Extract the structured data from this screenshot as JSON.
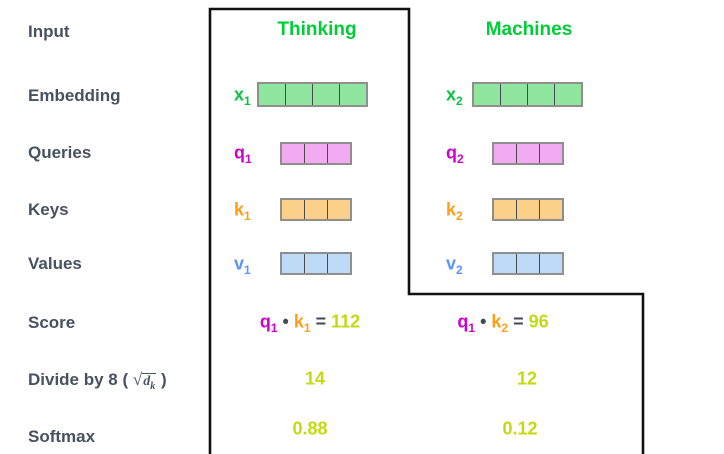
{
  "left_labels": [
    {
      "id": "input",
      "text": "Input"
    },
    {
      "id": "embedding",
      "text": "Embedding"
    },
    {
      "id": "queries",
      "text": "Queries"
    },
    {
      "id": "keys",
      "text": "Keys"
    },
    {
      "id": "values",
      "text": "Values"
    },
    {
      "id": "score",
      "text": "Score"
    },
    {
      "id": "divide",
      "text_prefix": "Divide by 8 (",
      "sqrt_symbol": "√",
      "sqrt_base": "d",
      "sqrt_subscript": "k",
      "text_suffix": ")"
    },
    {
      "id": "softmax",
      "text": "Softmax"
    }
  ],
  "columns": [
    {
      "header": "Thinking",
      "embedding": {
        "label": "x",
        "sub": "1",
        "cells": 4
      },
      "query": {
        "label": "q",
        "sub": "1",
        "cells": 3
      },
      "key": {
        "label": "k",
        "sub": "1",
        "cells": 3
      },
      "value": {
        "label": "v",
        "sub": "1",
        "cells": 3
      },
      "score": {
        "q": "q",
        "q_sub": "1",
        "dot": "•",
        "k": "k",
        "k_sub": "1",
        "equals": "=",
        "result": "112"
      },
      "divided": "14",
      "softmax": "0.88"
    },
    {
      "header": "Machines",
      "embedding": {
        "label": "x",
        "sub": "2",
        "cells": 4
      },
      "query": {
        "label": "q",
        "sub": "2",
        "cells": 3
      },
      "key": {
        "label": "k",
        "sub": "2",
        "cells": 3
      },
      "value": {
        "label": "v",
        "sub": "2",
        "cells": 3
      },
      "score": {
        "q": "q",
        "q_sub": "1",
        "dot": "•",
        "k": "k",
        "k_sub": "2",
        "equals": "=",
        "result": "96"
      },
      "divided": "12",
      "softmax": "0.12"
    }
  ],
  "colors": {
    "header_green": "#00CE36",
    "x_label_green": "#0BC341",
    "q_label_magenta": "#CF00CF",
    "k_label_orange": "#FF9E16",
    "v_label_blue": "#5A95F5",
    "result_yellow_green": "#C3D911",
    "row_label_gray": "#475261",
    "box_fill_green": "#8FE79F",
    "box_fill_violet": "#F2ABF2",
    "box_fill_orange": "#FBD089",
    "box_fill_blue": "#BDDBF7",
    "outline_black": "#111111"
  }
}
